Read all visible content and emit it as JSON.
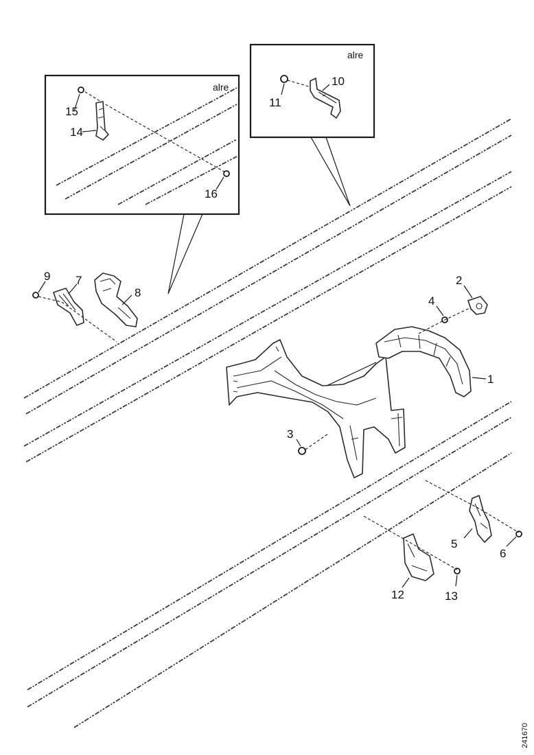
{
  "callouts": {
    "c1": "1",
    "c2": "2",
    "c3": "3",
    "c4": "4",
    "c5": "5",
    "c6": "6",
    "c7": "7",
    "c8": "8",
    "c9": "9",
    "c10": "10",
    "c11": "11",
    "c12": "12",
    "c13": "13",
    "c14": "14",
    "c15": "15",
    "c16": "16"
  },
  "inset_left": {
    "tag": "alre"
  },
  "inset_right": {
    "tag": "alre"
  },
  "reference_code": "241670"
}
